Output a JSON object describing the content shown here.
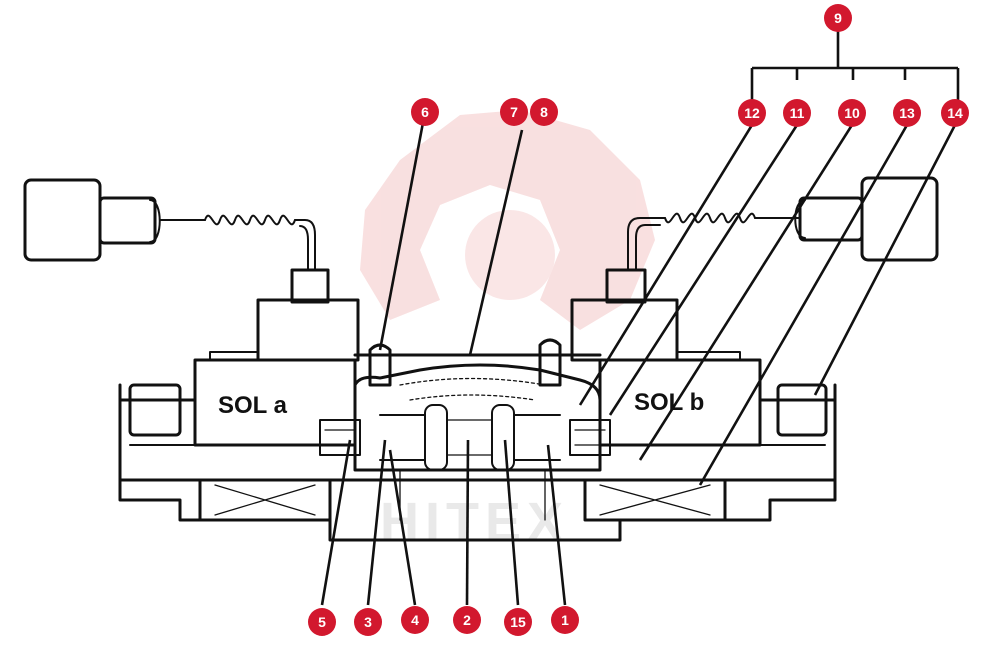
{
  "labels": {
    "sol_a": "SOL a",
    "sol_b": "SOL b",
    "watermark": "HITEX"
  },
  "callouts": [
    "1",
    "2",
    "3",
    "4",
    "5",
    "6",
    "7",
    "8",
    "9",
    "10",
    "11",
    "12",
    "13",
    "14",
    "15"
  ],
  "colors": {
    "badge": "#d2182e",
    "line": "#111111",
    "watermark": "#f4c7c7"
  }
}
